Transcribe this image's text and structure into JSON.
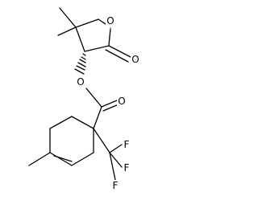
{
  "molecule": {
    "atom_labels": {
      "ring_oxygen": "O",
      "carbonyl_oxygen": "O",
      "ester_oxygen": "O",
      "ester_carbonyl_oxygen": "O",
      "fluorine_1": "F",
      "fluorine_2": "F",
      "fluorine_3": "F"
    }
  },
  "colors": {
    "bond": "#000000",
    "background": "#ffffff"
  }
}
